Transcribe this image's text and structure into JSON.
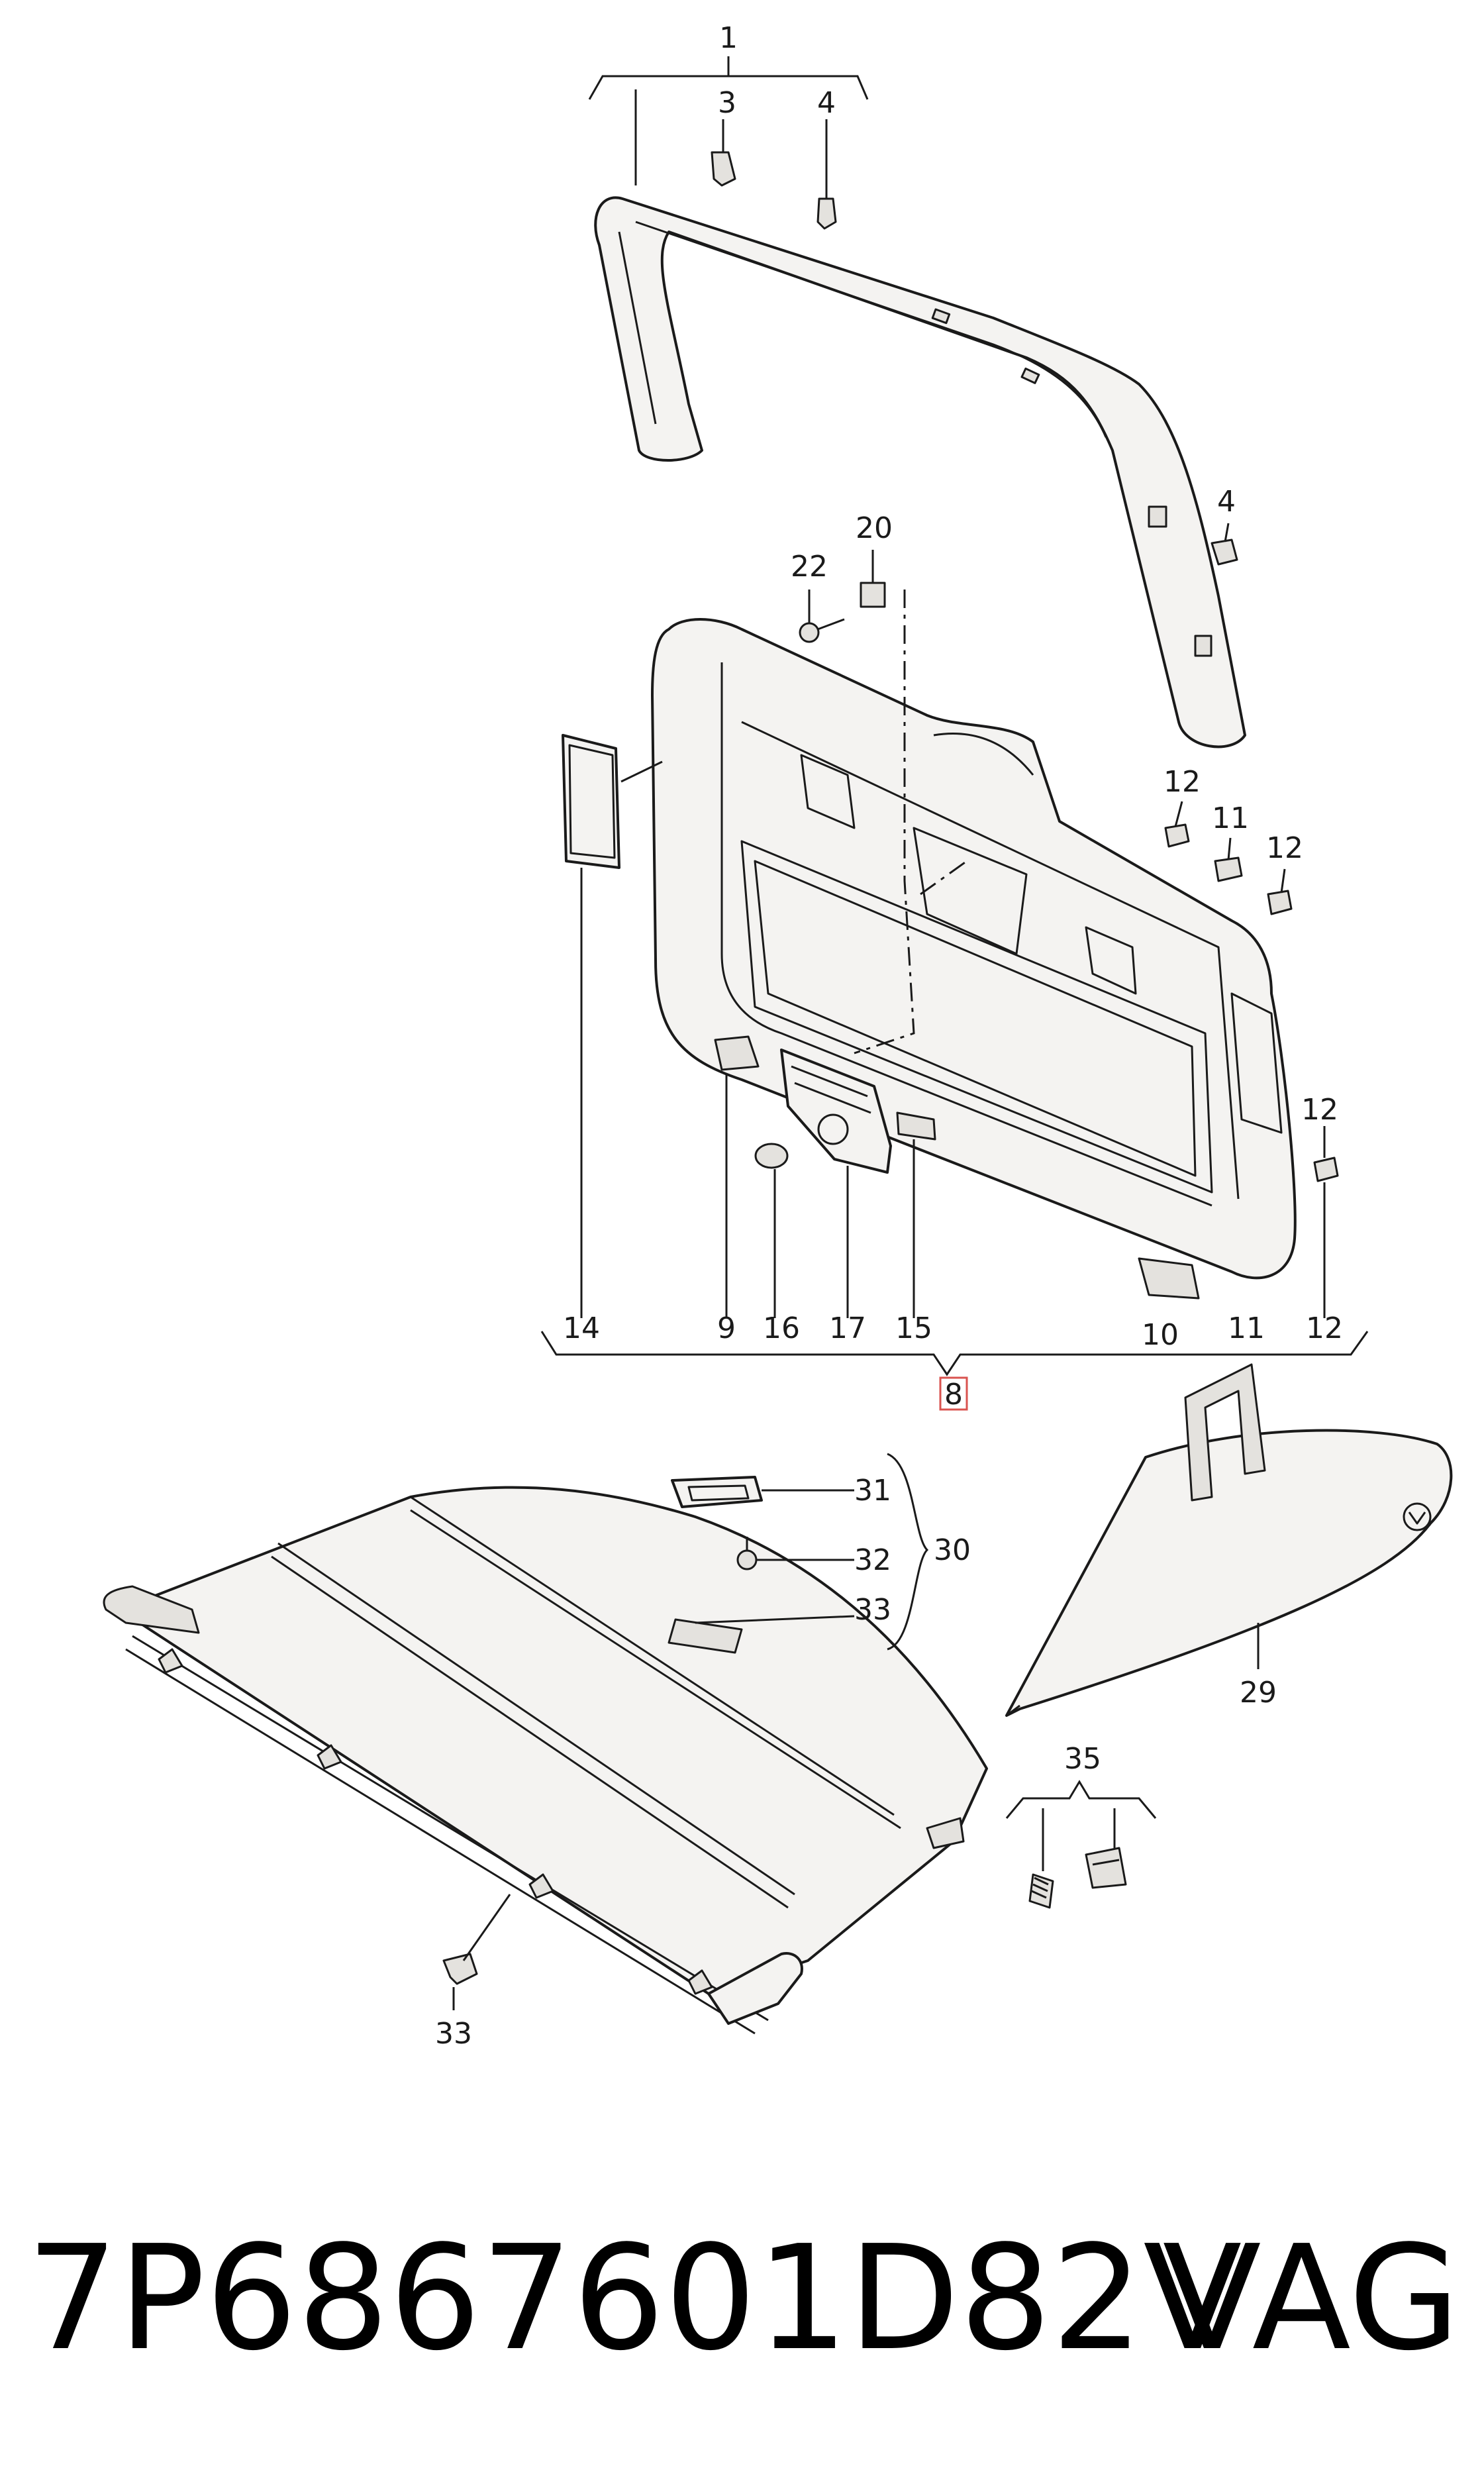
{
  "callouts": {
    "c1": "1",
    "c3": "3",
    "c4a": "4",
    "c4b": "4",
    "c20": "20",
    "c22": "22",
    "c12a": "12",
    "c11a": "11",
    "c12b": "12",
    "c12c": "12",
    "c14": "14",
    "c9": "9",
    "c16": "16",
    "c17": "17",
    "c15": "15",
    "c10": "10",
    "c11b": "11",
    "c12d": "12",
    "c8": "8",
    "c31": "31",
    "c32": "32",
    "c33a": "33",
    "c30": "30",
    "c29": "29",
    "c35": "35",
    "c33b": "33"
  },
  "footer": {
    "part_number": "7P6867601D82V",
    "brand": "VAG"
  },
  "colors": {
    "line": "#1a1a1a",
    "part_fill": "#f4f3f1",
    "highlight": "#d9534f"
  }
}
